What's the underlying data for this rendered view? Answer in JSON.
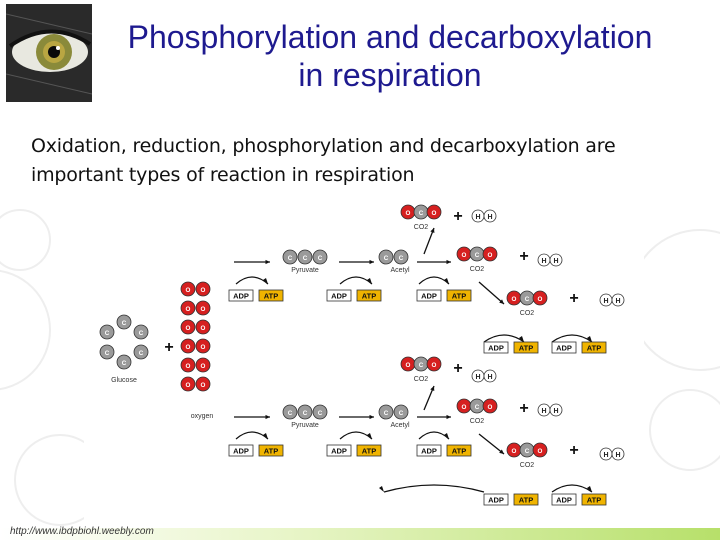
{
  "slide": {
    "title_line1": "Phosphorylation and decarboxylation",
    "title_line2": "in respiration",
    "body_text": "Oxidation, reduction, phosphorylation and decarboxylation  are important types of reaction in respiration",
    "footer_url": "http://www.ibdpbiohl.weebly.com"
  },
  "diagram": {
    "glucose_label": "Glucose",
    "oxygen_label": "oxygen",
    "pyruvate_label": "Pyruvate",
    "acetyl_label": "Acetyl",
    "co2_label": "CO2",
    "adp_label": "ADP",
    "atp_label": "ATP",
    "carbon_symbol": "C",
    "oxygen_symbol": "O",
    "hydrogen_symbol": "H",
    "plus_symbol": "+"
  },
  "colors": {
    "title": "#1e1a8f",
    "oxygen_atom": "#d62020",
    "carbon_atom": "#9a9a9a",
    "atp_box": "#f0b400",
    "accent_green": "#b7e06a"
  }
}
